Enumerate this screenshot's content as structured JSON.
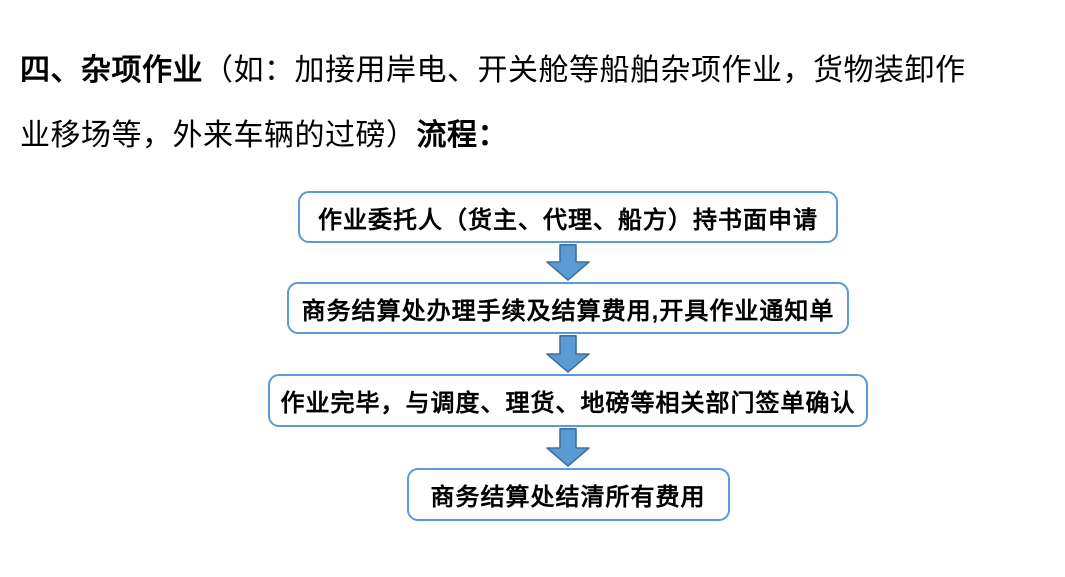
{
  "title": {
    "bold_prefix": "四、杂项作业",
    "regular_middle": "（如：加接用岸电、开关舱等船舶杂项作业，货物装卸作业移场等，外来车辆的过磅）",
    "bold_suffix": "流程："
  },
  "flowchart": {
    "box_border_color": "#5B9BD5",
    "arrow_fill_color": "#5B9BD5",
    "arrow_border_color": "#41719C",
    "text_color": "#000000",
    "steps": [
      {
        "label": "作业委托人（货主、代理、船方）持书面申请"
      },
      {
        "label": "商务结算处办理手续及结算费用,开具作业通知单"
      },
      {
        "label": "作业完毕，与调度、理货、地磅等相关部门签单确认"
      },
      {
        "label": "商务结算处结清所有费用"
      }
    ]
  }
}
